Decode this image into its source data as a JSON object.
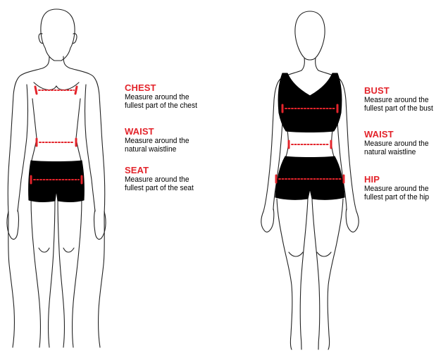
{
  "colors": {
    "accent": "#e3242b",
    "outline": "#222222",
    "garment": "#000000",
    "background": "#ffffff"
  },
  "male": {
    "chest": {
      "title": "CHEST",
      "desc_line1": "Measure around the",
      "desc_line2": "fullest part of the chest"
    },
    "waist": {
      "title": "WAIST",
      "desc_line1": "Measure around the",
      "desc_line2": "natural waistline"
    },
    "seat": {
      "title": "SEAT",
      "desc_line1": "Measure around the",
      "desc_line2": "fullest part of the seat"
    }
  },
  "female": {
    "bust": {
      "title": "BUST",
      "desc_line1": "Measure around the",
      "desc_line2": "fullest part of the bust"
    },
    "waist": {
      "title": "WAIST",
      "desc_line1": "Measure around the",
      "desc_line2": "natural waistline"
    },
    "hip": {
      "title": "HIP",
      "desc_line1": "Measure around the",
      "desc_line2": "fullest part of the hip"
    }
  }
}
